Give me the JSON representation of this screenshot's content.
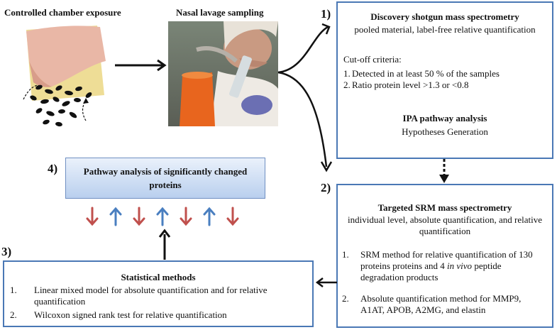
{
  "labels": {
    "chamber": "Controlled chamber exposure",
    "lavage": "Nasal lavage sampling"
  },
  "steps": {
    "s1": "1)",
    "s2": "2)",
    "s3": "3)",
    "s4": "4)"
  },
  "discovery": {
    "title": "Discovery shotgun mass spectrometry",
    "subtitle": "pooled material, label-free relative quantification",
    "criteria_heading": "Cut-off criteria:",
    "criteria": [
      {
        "num": "1.",
        "text": "Detected in at least 50 % of the samples"
      },
      {
        "num": "2.",
        "text": "Ratio protein level >1.3 or <0.8"
      }
    ],
    "ipa_title": "IPA pathway analysis",
    "ipa_subtitle": "Hypotheses Generation"
  },
  "targeted": {
    "title": "Targeted SRM mass spectrometry",
    "subtitle_line1": "individual level, absolute quantification, and relative",
    "subtitle_line2": "quantification",
    "items": [
      {
        "num": "1.",
        "pre": "SRM method for relative quantification of 130 proteins proteins and 4 ",
        "em": "in vivo",
        "post": " peptide degradation products"
      },
      {
        "num": "2.",
        "text": "Absolute quantification method for MMP9, A1AT, APOB, A2MG, and elastin"
      }
    ]
  },
  "statistical": {
    "title": "Statistical methods",
    "items": [
      {
        "num": "1.",
        "text": "Linear mixed model for absolute quantification and for relative quantification"
      },
      {
        "num": "2.",
        "text": "Wilcoxon signed rank test for relative quantification"
      }
    ]
  },
  "pathway": {
    "title_line1": "Pathway analysis of significantly changed",
    "title_line2": "proteins"
  },
  "colors": {
    "box_border": "#4a78b5",
    "arrow_up": "#4a7fc0",
    "arrow_down": "#c0504d"
  },
  "change_arrows": [
    "down",
    "up",
    "down",
    "up",
    "down",
    "up",
    "down"
  ]
}
